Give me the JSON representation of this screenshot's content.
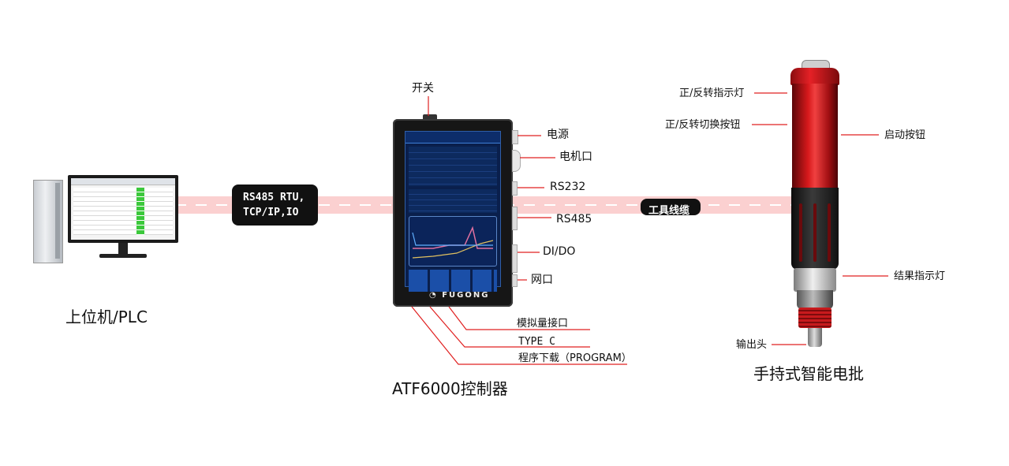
{
  "pc": {
    "label": "上位机/PLC"
  },
  "link_pill": {
    "line1": "RS485 RTU,",
    "line2": "TCP/IP,IO"
  },
  "controller": {
    "label": "ATF6000控制器",
    "brand": "FUGONG",
    "ports_right": [
      "电源",
      "电机口",
      "RS232",
      "RS485",
      "DI/DO",
      "网口"
    ],
    "top_label": "开关",
    "ports_bottom": [
      "模拟量接口",
      "TYPE C",
      "程序下载（PROGRAM）"
    ]
  },
  "cable_pill": {
    "label": "工具线缆"
  },
  "screwdriver": {
    "label": "手持式智能电批",
    "left_labels": [
      "正/反转指示灯",
      "正/反转切换按钮",
      "输出头"
    ],
    "right_labels": [
      "启动按钮",
      "结果指示灯"
    ]
  },
  "colors": {
    "link_band": "#f6b8b8",
    "leader_red": "#e02020",
    "tool_red": "#d7191c"
  }
}
